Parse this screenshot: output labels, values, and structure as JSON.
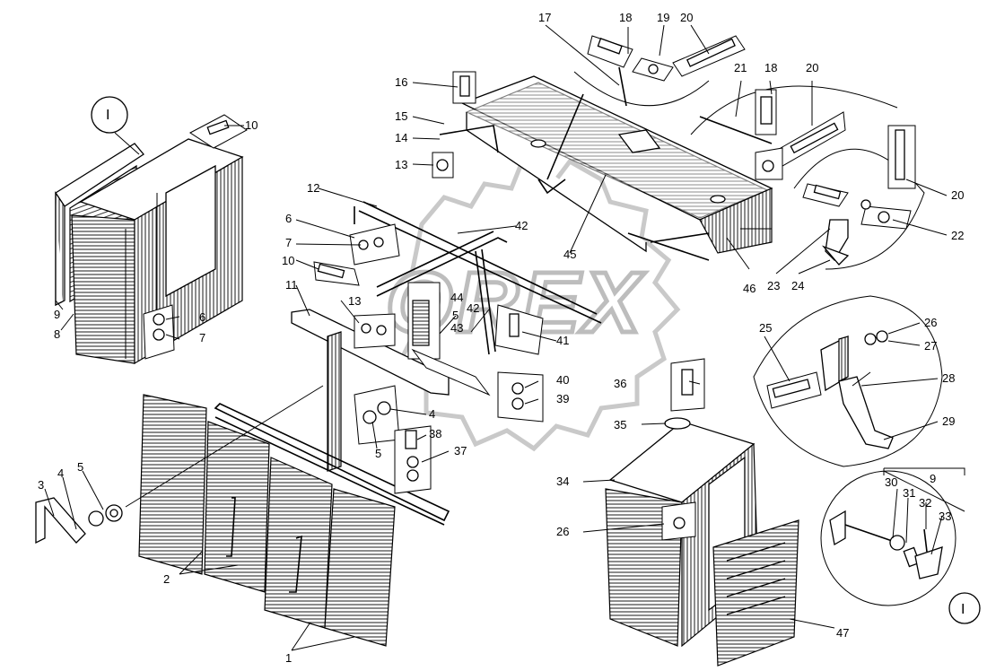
{
  "watermark": "OREX",
  "labels": [
    {
      "id": "l1",
      "text": "1"
    },
    {
      "id": "l2",
      "text": "2"
    },
    {
      "id": "l3",
      "text": "3"
    },
    {
      "id": "l4a",
      "text": "4"
    },
    {
      "id": "l4b",
      "text": "4"
    },
    {
      "id": "l5a",
      "text": "5"
    },
    {
      "id": "l5b",
      "text": "5"
    },
    {
      "id": "l5c",
      "text": "5"
    },
    {
      "id": "l6a",
      "text": "6"
    },
    {
      "id": "l6b",
      "text": "6"
    },
    {
      "id": "l7a",
      "text": "7"
    },
    {
      "id": "l7b",
      "text": "7"
    },
    {
      "id": "l8",
      "text": "8"
    },
    {
      "id": "l9a",
      "text": "9"
    },
    {
      "id": "l9b",
      "text": "9"
    },
    {
      "id": "l10a",
      "text": "10"
    },
    {
      "id": "l10b",
      "text": "10"
    },
    {
      "id": "l11",
      "text": "11"
    },
    {
      "id": "l12",
      "text": "12"
    },
    {
      "id": "l13a",
      "text": "13"
    },
    {
      "id": "l13b",
      "text": "13"
    },
    {
      "id": "l14",
      "text": "14"
    },
    {
      "id": "l15",
      "text": "15"
    },
    {
      "id": "l16",
      "text": "16"
    },
    {
      "id": "l17",
      "text": "17"
    },
    {
      "id": "l18a",
      "text": "18"
    },
    {
      "id": "l18b",
      "text": "18"
    },
    {
      "id": "l19",
      "text": "19"
    },
    {
      "id": "l20a",
      "text": "20"
    },
    {
      "id": "l20b",
      "text": "20"
    },
    {
      "id": "l20c",
      "text": "20"
    },
    {
      "id": "l21",
      "text": "21"
    },
    {
      "id": "l22",
      "text": "22"
    },
    {
      "id": "l23",
      "text": "23"
    },
    {
      "id": "l24",
      "text": "24"
    },
    {
      "id": "l25",
      "text": "25"
    },
    {
      "id": "l26a",
      "text": "26"
    },
    {
      "id": "l26b",
      "text": "26"
    },
    {
      "id": "l27",
      "text": "27"
    },
    {
      "id": "l28",
      "text": "28"
    },
    {
      "id": "l29",
      "text": "29"
    },
    {
      "id": "l30",
      "text": "30"
    },
    {
      "id": "l31",
      "text": "31"
    },
    {
      "id": "l32",
      "text": "32"
    },
    {
      "id": "l33",
      "text": "33"
    },
    {
      "id": "l34",
      "text": "34"
    },
    {
      "id": "l35",
      "text": "35"
    },
    {
      "id": "l36",
      "text": "36"
    },
    {
      "id": "l37",
      "text": "37"
    },
    {
      "id": "l38",
      "text": "38"
    },
    {
      "id": "l39",
      "text": "39"
    },
    {
      "id": "l40",
      "text": "40"
    },
    {
      "id": "l41",
      "text": "41"
    },
    {
      "id": "l42a",
      "text": "42"
    },
    {
      "id": "l42b",
      "text": "42"
    },
    {
      "id": "l43",
      "text": "43"
    },
    {
      "id": "l44",
      "text": "44"
    },
    {
      "id": "l45",
      "text": "45"
    },
    {
      "id": "l46",
      "text": "46"
    },
    {
      "id": "l47",
      "text": "47"
    }
  ],
  "view_markers": [
    {
      "id": "m1",
      "text": "I"
    },
    {
      "id": "m2",
      "text": "I"
    }
  ]
}
